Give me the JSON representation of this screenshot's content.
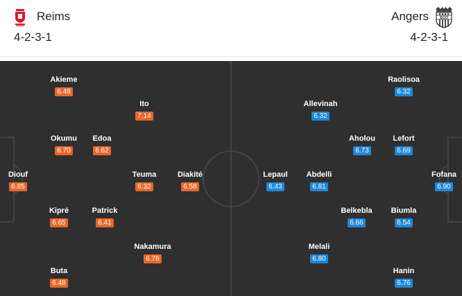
{
  "home": {
    "name": "Reims",
    "formation": "4-2-3-1",
    "color": "#e8672a",
    "logo_icon": "stade-reims-crest-icon",
    "players": [
      {
        "name": "Akieme",
        "rating": "6.48"
      },
      {
        "name": "Ito",
        "rating": "7.14"
      },
      {
        "name": "Okumu",
        "rating": "6.70"
      },
      {
        "name": "Edoa",
        "rating": "6.62"
      },
      {
        "name": "Diouf",
        "rating": "6.85"
      },
      {
        "name": "Teuma",
        "rating": "6.32"
      },
      {
        "name": "Diakité",
        "rating": "6.58"
      },
      {
        "name": "Kipré",
        "rating": "6.65"
      },
      {
        "name": "Patrick",
        "rating": "6.41"
      },
      {
        "name": "Nakamura",
        "rating": "6.76"
      },
      {
        "name": "Buta",
        "rating": "6.48"
      }
    ]
  },
  "away": {
    "name": "Angers",
    "formation": "4-2-3-1",
    "color": "#1e88d8",
    "logo_icon": "sco-angers-crest-icon",
    "logo_text": "SCO",
    "players": [
      {
        "name": "Raolisoa",
        "rating": "6.32"
      },
      {
        "name": "Allevinah",
        "rating": "6.32"
      },
      {
        "name": "Aholou",
        "rating": "6.73"
      },
      {
        "name": "Lefort",
        "rating": "6.69"
      },
      {
        "name": "Lepaul",
        "rating": "6.43"
      },
      {
        "name": "Abdelli",
        "rating": "6.81"
      },
      {
        "name": "Fofana",
        "rating": "6.90"
      },
      {
        "name": "Belkebla",
        "rating": "6.66"
      },
      {
        "name": "Biumla",
        "rating": "6.54"
      },
      {
        "name": "Melali",
        "rating": "6.80"
      },
      {
        "name": "Hanin",
        "rating": "6.76"
      }
    ]
  },
  "pitch": {
    "background": "#2f2f2f",
    "line_color": "#4a4a4a"
  }
}
